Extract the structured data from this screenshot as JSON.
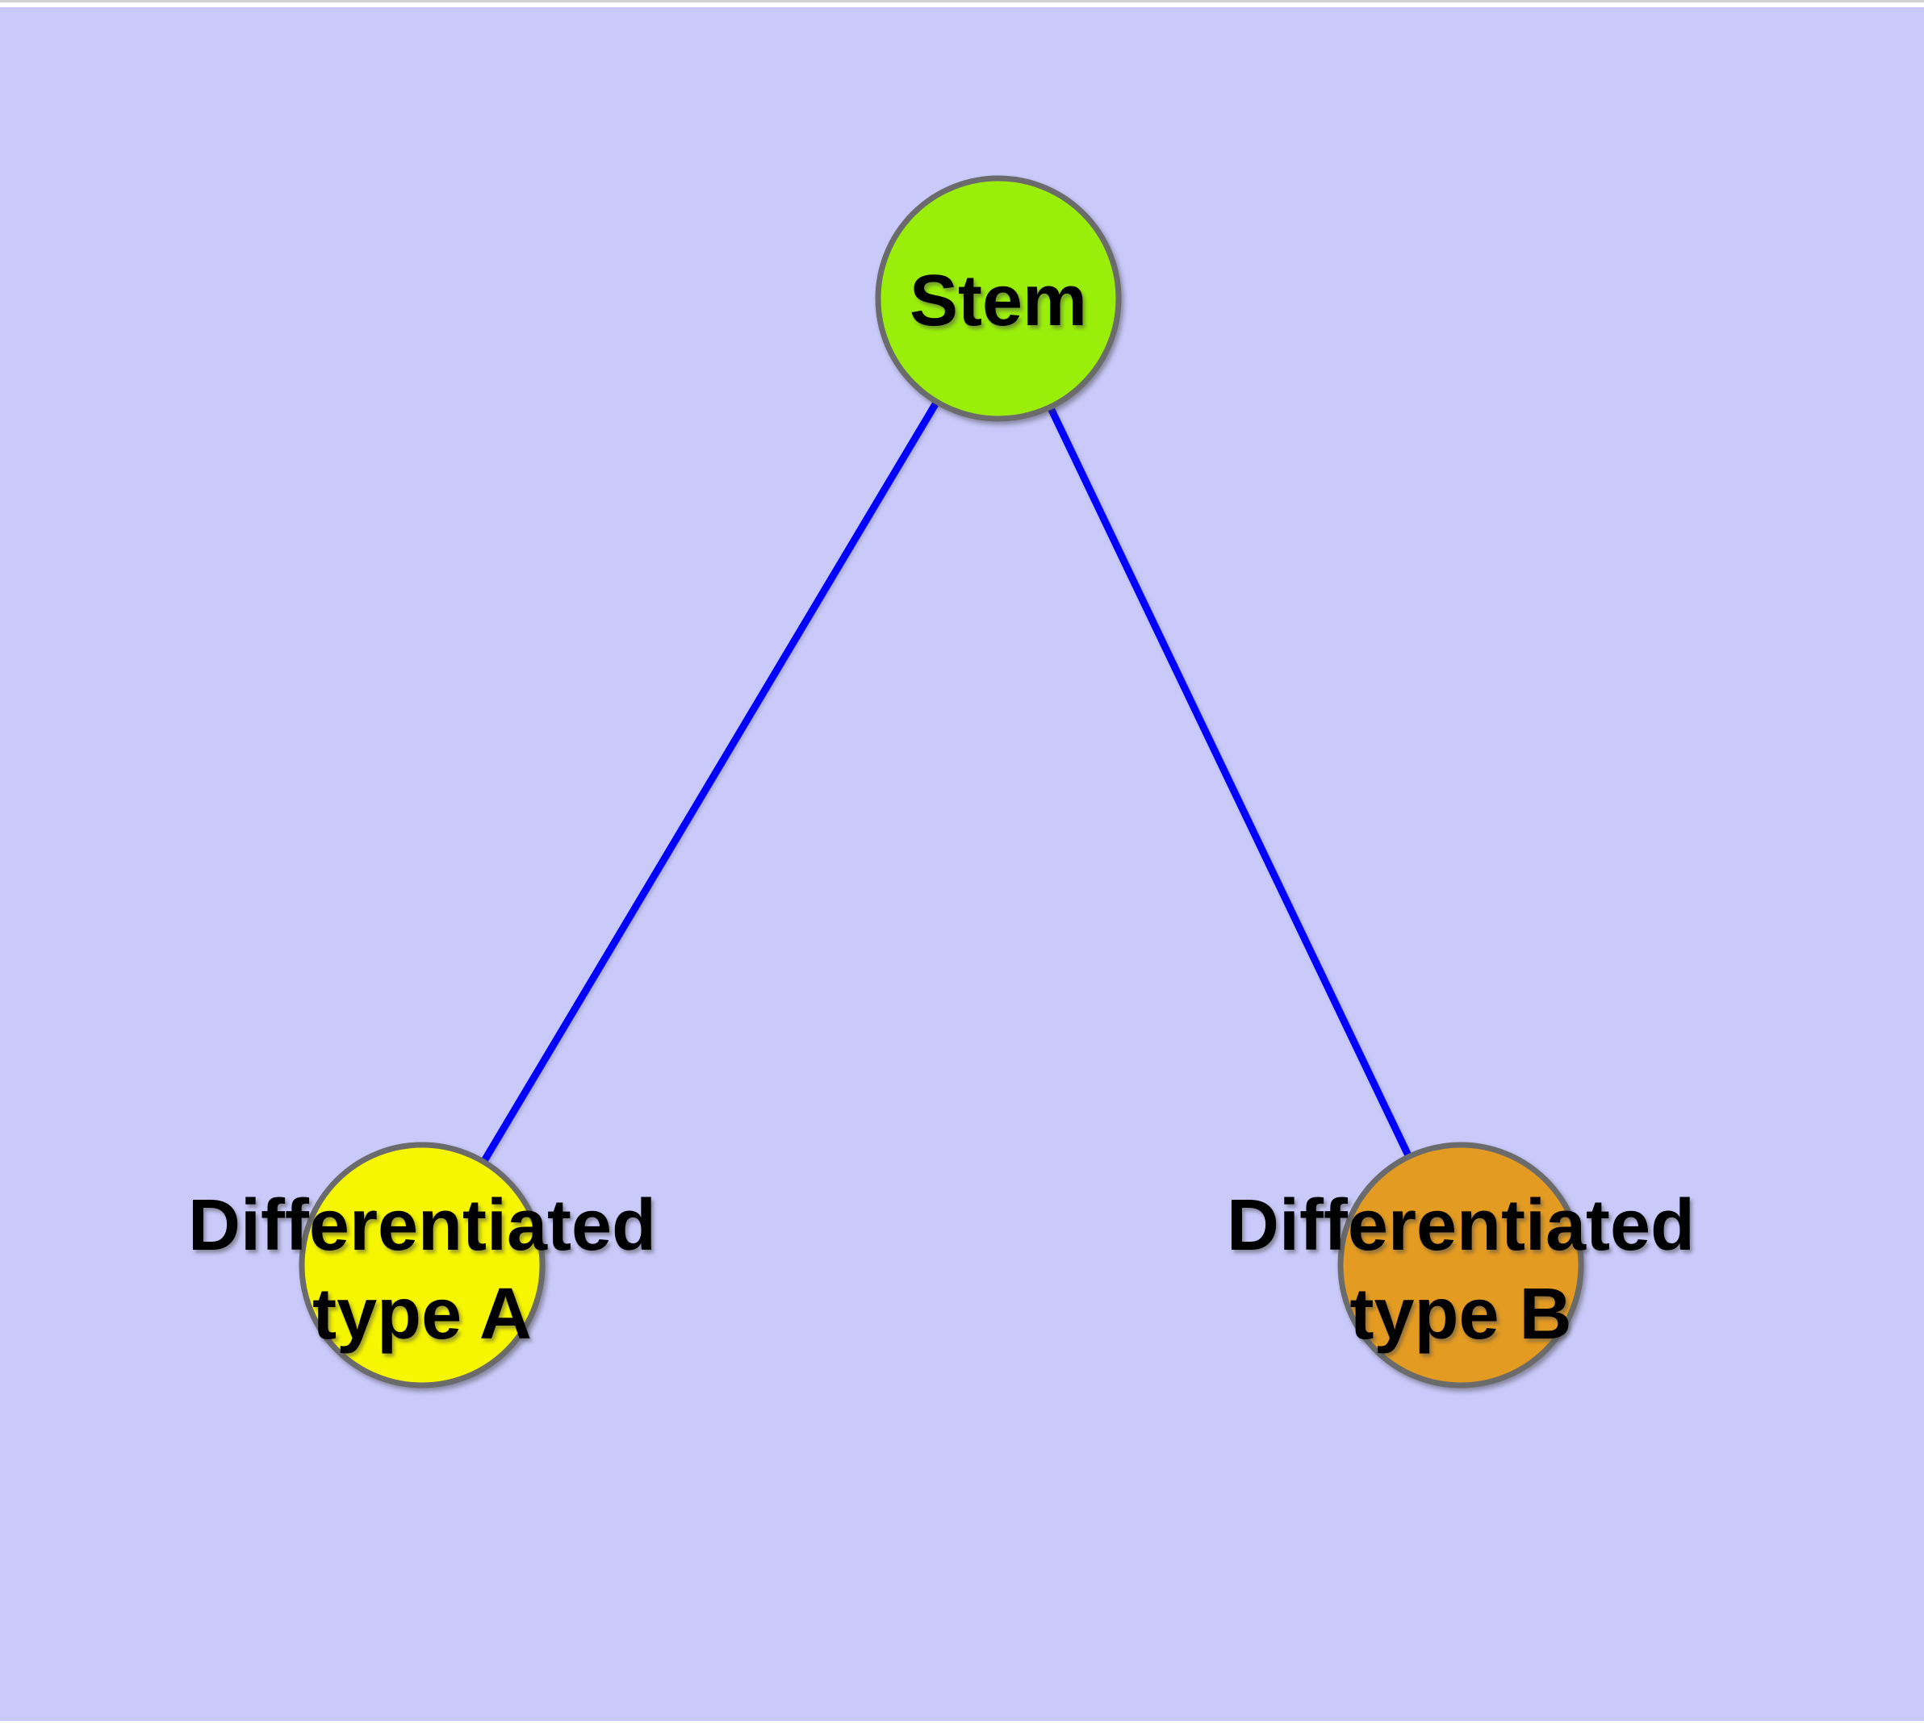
{
  "graph": {
    "background_color": "#C9C9FA",
    "top_edge_color": "#D0D0D0",
    "edge_color": "#0000FF",
    "node_border_color": "#6B6B6B",
    "label_color": "#000000",
    "nodes": [
      {
        "id": "stem",
        "label": "Stem",
        "color": "#9AEF0A"
      },
      {
        "id": "differentiated-type-a",
        "label": "Differentiated type A",
        "label_line1": "Differentiated",
        "label_line2": "type A",
        "color": "#F6F600"
      },
      {
        "id": "differentiated-type-b",
        "label": "Differentiated type B",
        "label_line1": "Differentiated",
        "label_line2": "type B",
        "color": "#E49B21"
      }
    ],
    "edges": [
      {
        "from": "Stem",
        "to": "Differentiated type A"
      },
      {
        "from": "Stem",
        "to": "Differentiated type B"
      }
    ]
  }
}
